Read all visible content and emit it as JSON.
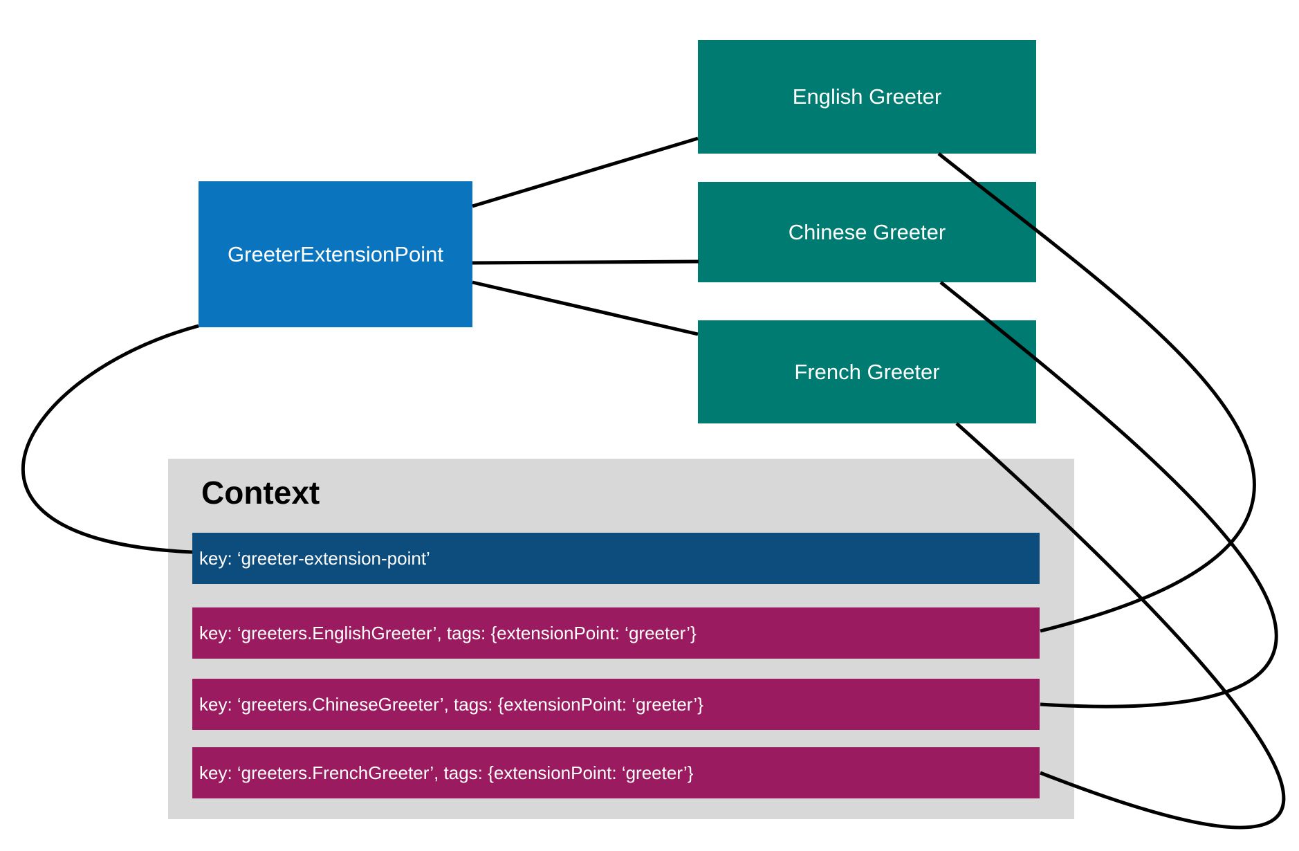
{
  "extension_point": {
    "label": "GreeterExtensionPoint"
  },
  "greeters": [
    {
      "label": "English Greeter"
    },
    {
      "label": "Chinese Greeter"
    },
    {
      "label": "French Greeter"
    }
  ],
  "context": {
    "title": "Context",
    "entries": [
      {
        "text": "key: ‘greeter-extension-point’",
        "kind": "extension-point-key"
      },
      {
        "text": "key: ‘greeters.EnglishGreeter’, tags: {extensionPoint: ‘greeter’}",
        "kind": "greeter-key"
      },
      {
        "text": "key: ‘greeters.ChineseGreeter’, tags: {extensionPoint: ‘greeter’}",
        "kind": "greeter-key"
      },
      {
        "text": "key: ‘greeters.FrenchGreeter’, tags: {extensionPoint: ‘greeter’}",
        "kind": "greeter-key"
      }
    ]
  },
  "connections": [
    {
      "from": "GreeterExtensionPoint",
      "to": "English Greeter"
    },
    {
      "from": "GreeterExtensionPoint",
      "to": "Chinese Greeter"
    },
    {
      "from": "GreeterExtensionPoint",
      "to": "French Greeter"
    },
    {
      "from": "GreeterExtensionPoint",
      "to": "key: ‘greeter-extension-point’"
    },
    {
      "from": "English Greeter",
      "to": "key: ‘greeters.EnglishGreeter’"
    },
    {
      "from": "Chinese Greeter",
      "to": "key: ‘greeters.ChineseGreeter’"
    },
    {
      "from": "French Greeter",
      "to": "key: ‘greeters.FrenchGreeter’"
    }
  ],
  "colors": {
    "background": "#ffffff",
    "extension_point_box": "#0a75be",
    "greeter_box": "#007b71",
    "context_panel": "#d8d8d8",
    "context_key_bar": "#0d4d7e",
    "greeter_key_bar": "#9a1b5f",
    "connector": "#000000",
    "box_text": "#ffffff",
    "title_text": "#000000"
  }
}
